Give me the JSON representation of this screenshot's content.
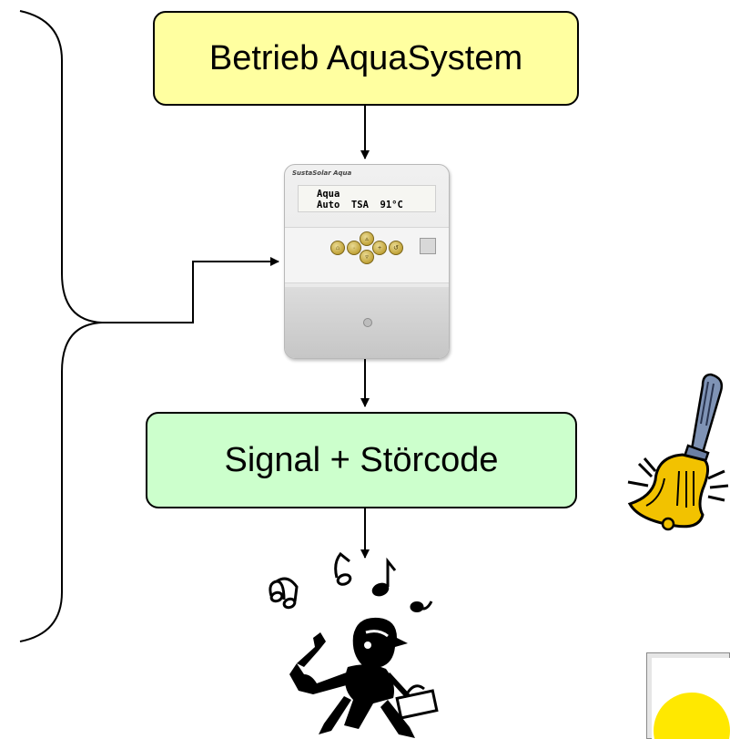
{
  "flowchart": {
    "step_operation_label": "Betrieb AquaSystem",
    "step_signal_label": "Signal + Störcode"
  },
  "controller": {
    "brand": "SustaSolar Aqua",
    "display_line1": "Aqua",
    "display_line2": "Auto  TSA  91°C"
  },
  "colors": {
    "operation_box_fill": "#ffffa0",
    "signal_box_fill": "#ccffcc",
    "bell_gold": "#f2c200",
    "sun_yellow": "#ffe800",
    "line": "#000000"
  },
  "icons": [
    "bell-icon",
    "technician-icon",
    "music-notes-icon",
    "sun-icon"
  ]
}
